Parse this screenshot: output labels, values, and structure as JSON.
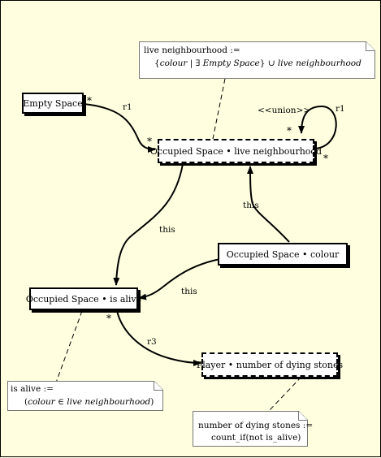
{
  "nodes": {
    "empty_space": "Empty Space",
    "occupied_live": "Occupied Space • live neighbourhood",
    "occupied_colour": "Occupied Space • colour",
    "occupied_alive": "Occupied Space • is alive",
    "player_dying": "Player • number of dying stones"
  },
  "notes": {
    "live": {
      "line1": "live neighbourhood :=",
      "line2_open": "{",
      "line2_a": "colour",
      "line2_sep": " | ∃ ",
      "line2_b": "Empty Space",
      "line2_close": "} ∪ ",
      "line2_c": "live neighbourhood"
    },
    "alive": {
      "line1": "is alive :=",
      "line2_open": "(",
      "line2_a": "colour",
      "line2_op": " ∈ ",
      "line2_b": "live neighbourhood",
      "line2_close": ")"
    },
    "dying": {
      "line1": "number of dying stones :=",
      "line2": "count_if(not is_alive)"
    }
  },
  "labels": {
    "r1_left": "r1",
    "r1_right": "r1",
    "union": "<<union>>",
    "this_upper": "this",
    "this_mid": "this",
    "this_lower": "this",
    "r3": "r3"
  },
  "multiplicity": {
    "m1": "*",
    "m2": "*",
    "m3": "*",
    "m4": "*",
    "m5": "*"
  }
}
